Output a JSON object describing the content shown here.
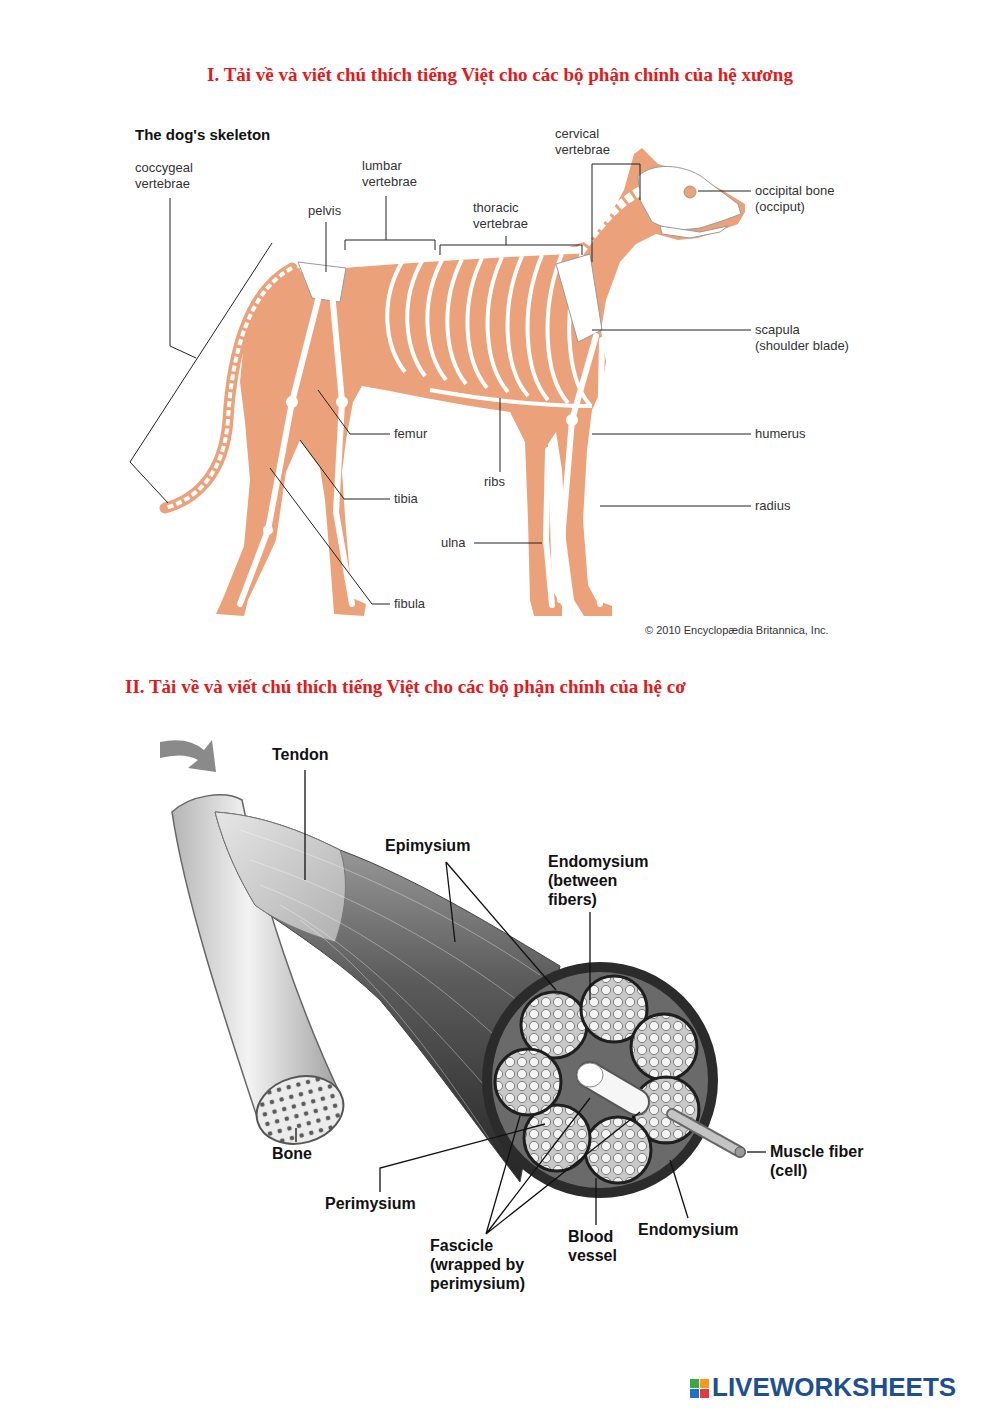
{
  "diagram": {
    "title": "I. Tải về và viết chú thích tiếng Việt cho các bộ phận chính của hệ xương",
    "labels": [
      "The dog's skeleton",
      "coccygeal vertebrae",
      "lumbar vertebrae",
      "pelvis",
      "thoracic vertebrae",
      "cervical vertebrae",
      "occipital bone (occiput)",
      "scapula (shoulder blade)",
      "humerus",
      "femur",
      "ribs",
      "tibia",
      "radius",
      "ulna",
      "fibula",
      "© 2010 Encyclopædia Britannica, Inc.",
      "II. Tải về và viết chú thích tiếng Việt cho các bộ phận chính của hệ cơ",
      "Tendon",
      "Epimysium",
      "Endomysium (between fibers)",
      "Bone",
      "Perimysium",
      "Fascicle (wrapped by perimysium)",
      "Blood vessel",
      "Endomysium",
      "Muscle fiber (cell)",
      "LIVEWORKSHEETS"
    ]
  }
}
